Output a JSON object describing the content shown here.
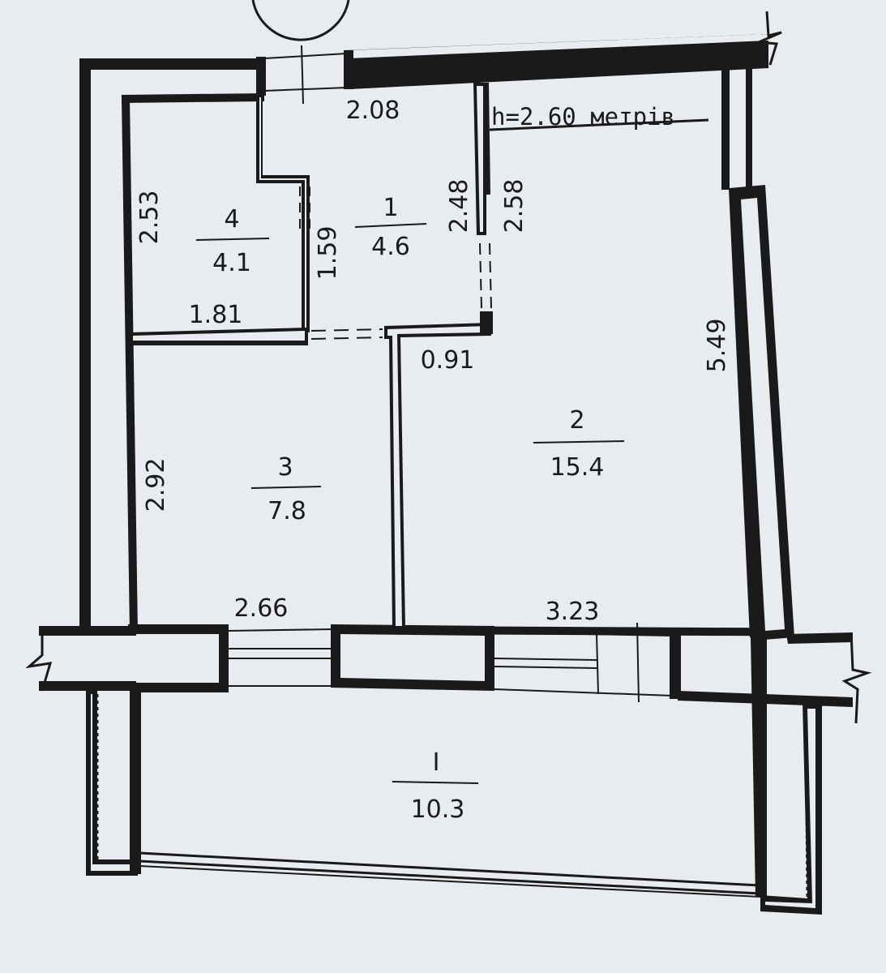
{
  "height_note": "h=2.60 метрів",
  "rooms": [
    {
      "number": "1",
      "area": "4.6"
    },
    {
      "number": "2",
      "area": "15.4"
    },
    {
      "number": "3",
      "area": "7.8"
    },
    {
      "number": "4",
      "area": "4.1"
    },
    {
      "number": "I",
      "area": "10.3"
    }
  ],
  "dimensions": {
    "top_width": "2.08",
    "corridor_right": "2.48",
    "room2_left": "2.58",
    "room2_height": "5.49",
    "bath_height": "2.53",
    "bath_inner": "1.59",
    "bath_width": "1.81",
    "opening": "0.91",
    "room3_height": "2.92",
    "room3_width": "2.66",
    "room2_width": "3.23"
  },
  "colors": {
    "line": "#1a1a1a",
    "paper": "#e8ebef"
  }
}
